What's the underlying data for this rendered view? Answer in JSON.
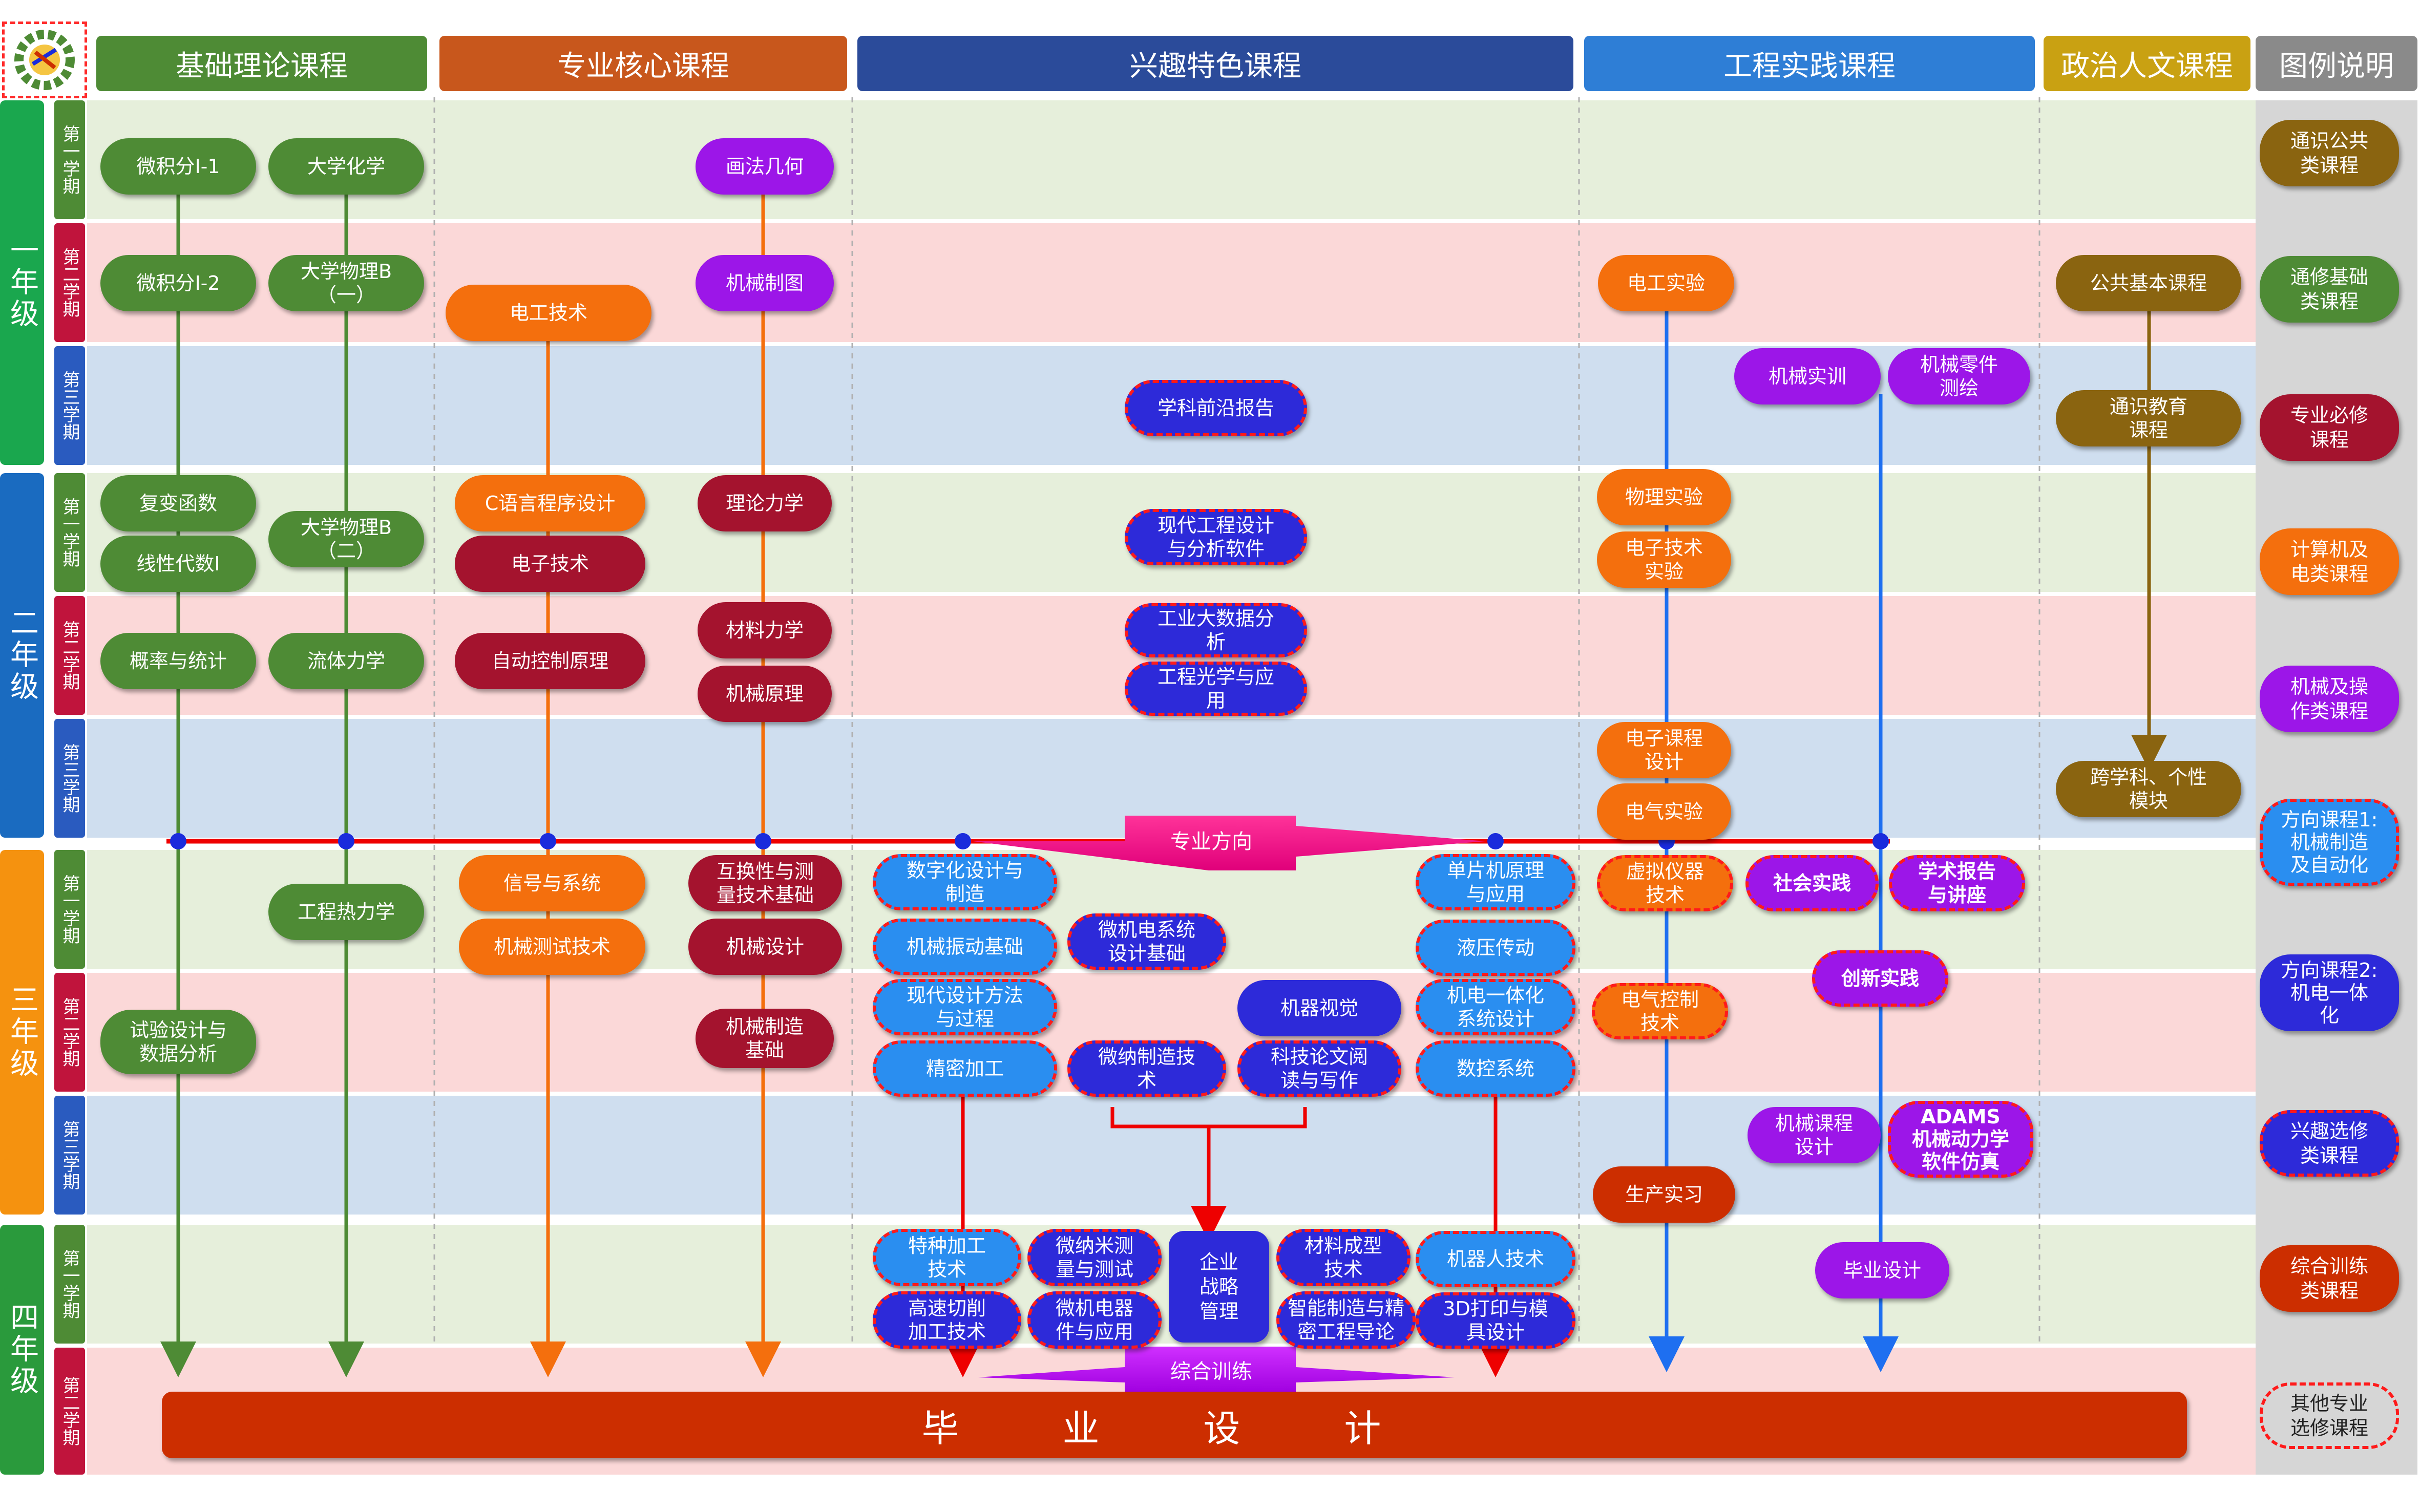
{
  "headers": {
    "basic": "基础理论课程",
    "core": "专业核心课程",
    "interest": "兴趣特色课程",
    "practice": "工程实践课程",
    "politics": "政治人文课程",
    "legend": "图例说明"
  },
  "years": {
    "y1": "一年级",
    "y2": "二年级",
    "y3": "三年级",
    "y4": "四年级"
  },
  "semesters": {
    "first": "第一学期",
    "second": "第二学期",
    "third": "第三学期"
  },
  "arrows": {
    "direction": "专业方向",
    "training": "综合训练"
  },
  "graduation": "毕 业 设 计",
  "courses": {
    "weijifen1": "微积分I-1",
    "daxuehuaxue": "大学化学",
    "huafajihe": "画法几何",
    "weijifen2": "微积分I-2",
    "wuli_b1": "大学物理B\n（一）",
    "diangong_jishu": "电工技术",
    "jixie_zhitu": "机械制图",
    "diangong_shiyan": "电工实验",
    "gonggong_jiben": "公共基本课程",
    "xueke_qianyan": "学科前沿报告",
    "jixie_shixun": "机械实训",
    "lingjian_cehui": "机械零件\n测绘",
    "tongshi_jiaoyu": "通识教育\n课程",
    "fubian": "复变函数",
    "xianxing_daishu": "线性代数I",
    "wuli_b2": "大学物理B\n（二）",
    "c_yuyan": "C语言程序设计",
    "dianzi_jishu": "电子技术",
    "lilun_lixue": "理论力学",
    "xiandai_gongcheng": "现代工程设计\n与分析软件",
    "wuli_shiyan": "物理实验",
    "dianzi_shiyan": "电子技术\n实验",
    "gailv": "概率与统计",
    "liuti": "流体力学",
    "zidong_kongzhi": "自动控制原理",
    "cailiao_lixue": "材料力学",
    "jixie_yuanli": "机械原理",
    "dashuju": "工业大数据分\n析",
    "guangxue": "工程光学与应\n用",
    "dianzi_kecheng": "电子课程\n设计",
    "dianqi_shiyan": "电气实验",
    "kuaxueke": "跨学科、个性\n模块",
    "gongcheng_re": "工程热力学",
    "xinhao": "信号与系统",
    "huhuanxing": "互换性与测\n量技术基础",
    "shuzihua": "数字化设计与\n制造",
    "danpianji": "单片机原理\n与应用",
    "xuni_yiqi": "虚拟仪器\n技术",
    "shehui_shijian": "社会实践",
    "xueshu_baogao": "学术报告\n与讲座",
    "jixie_ceshi": "机械测试技术",
    "jixie_sheji": "机械设计",
    "zhendong": "机械振动基础",
    "weijidian": "微机电系统\n设计基础",
    "yeya": "液压传动",
    "chuangxin": "创新实践",
    "shiyan_sheji": "试验设计与\n数据分析",
    "jixie_zhizao": "机械制造\n基础",
    "xiandai_sheji": "现代设计方法\n与过程",
    "jiqi_shijue": "机器视觉",
    "jidian_yiti": "机电一体化\n系统设计",
    "dianqi_kongzhi": "电气控制\n技术",
    "jingmi": "精密加工",
    "weina_zhizao": "微纳制造技\n术",
    "keji_lunwen": "科技论文阅\n读与写作",
    "shukong": "数控系统",
    "kecheng_sheji": "机械课程\n设计",
    "adams": "ADAMS\n机械动力学\n软件仿真",
    "shengchan": "生产实习",
    "tezhong": "特种加工\n技术",
    "weina_celiang": "微纳米测\n量与测试",
    "qiye": "企业\n战略\n管理",
    "cailiao_chengxing": "材料成型\n技术",
    "jiqiren": "机器人技术",
    "biye_sheji": "毕业设计",
    "gaosu": "高速切削\n加工技术",
    "weijidianqi": "微机电器\n件与应用",
    "zhineng": "智能制造与精\n密工程导论",
    "dayin3d": "3D打印与模\n具设计"
  },
  "legend_items": {
    "tongshi": "通识公共\n类课程",
    "tongxiu": "通修基础\n类课程",
    "bixiu": "专业必修\n课程",
    "jisuanji": "计算机及\n电类课程",
    "jixie": "机械及操\n作类课程",
    "fangxiang1": "方向课程1:\n机械制造\n及自动化",
    "fangxiang2": "方向课程2:\n机电一体\n化",
    "xingqu": "兴趣选修\n类课程",
    "zonghe": "综合训练\n类课程",
    "qita": "其他专业\n选修课程"
  },
  "colors": {
    "green": "#4e8b35",
    "orange": "#f46f0d",
    "darkred": "#a4132e",
    "purple": "#9c16e8",
    "blue": "#2d2ad9",
    "lightblue": "#2a8ef0",
    "brown": "#8a6410",
    "red": "#cc2e00",
    "practice_blue": "#1e6ff0"
  }
}
